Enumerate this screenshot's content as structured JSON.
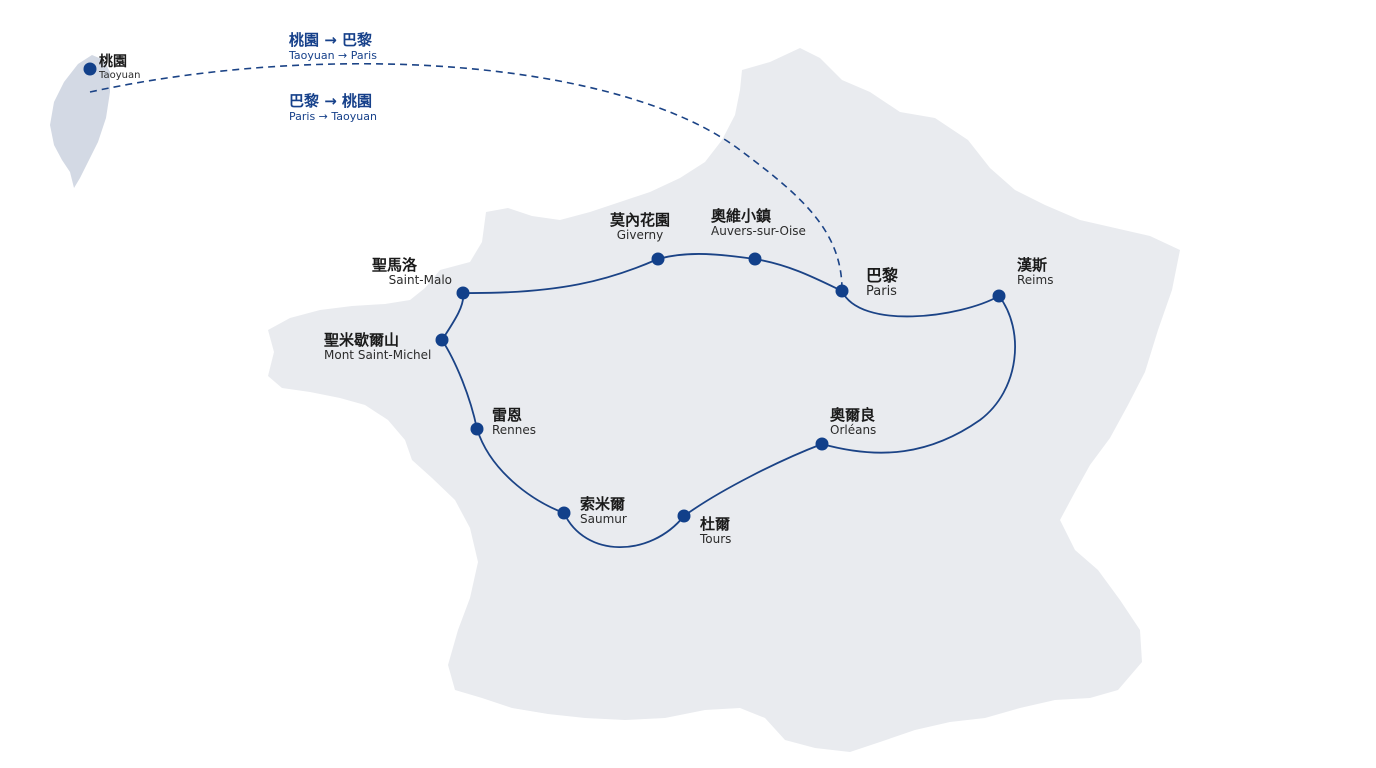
{
  "colors": {
    "route": "#1b4386",
    "marker": "#12408a",
    "land": "#e9ebef",
    "land_taiwan": "#d3d9e4",
    "flight_text": "#16408a"
  },
  "flights": [
    {
      "zh": "桃園 → 巴黎",
      "en": "Taoyuan → Paris"
    },
    {
      "zh": "巴黎 → 桃園",
      "en": "Paris → Taoyuan"
    }
  ],
  "stops": {
    "taoyuan": {
      "zh": "桃園",
      "en": "Taoyuan"
    },
    "saint_malo": {
      "zh": "聖馬洛",
      "en": "Saint-Malo"
    },
    "giverny": {
      "zh": "莫內花園",
      "en": "Giverny"
    },
    "auvers": {
      "zh": "奧維小鎮",
      "en": "Auvers-sur-Oise"
    },
    "paris": {
      "zh": "巴黎",
      "en": "Paris"
    },
    "reims": {
      "zh": "漢斯",
      "en": "Reims"
    },
    "mont_st_michel": {
      "zh": "聖米歇爾山",
      "en": "Mont Saint-Michel"
    },
    "rennes": {
      "zh": "雷恩",
      "en": "Rennes"
    },
    "saumur": {
      "zh": "索米爾",
      "en": "Saumur"
    },
    "tours": {
      "zh": "杜爾",
      "en": "Tours"
    },
    "orleans": {
      "zh": "奧爾良",
      "en": "Orléans"
    }
  }
}
